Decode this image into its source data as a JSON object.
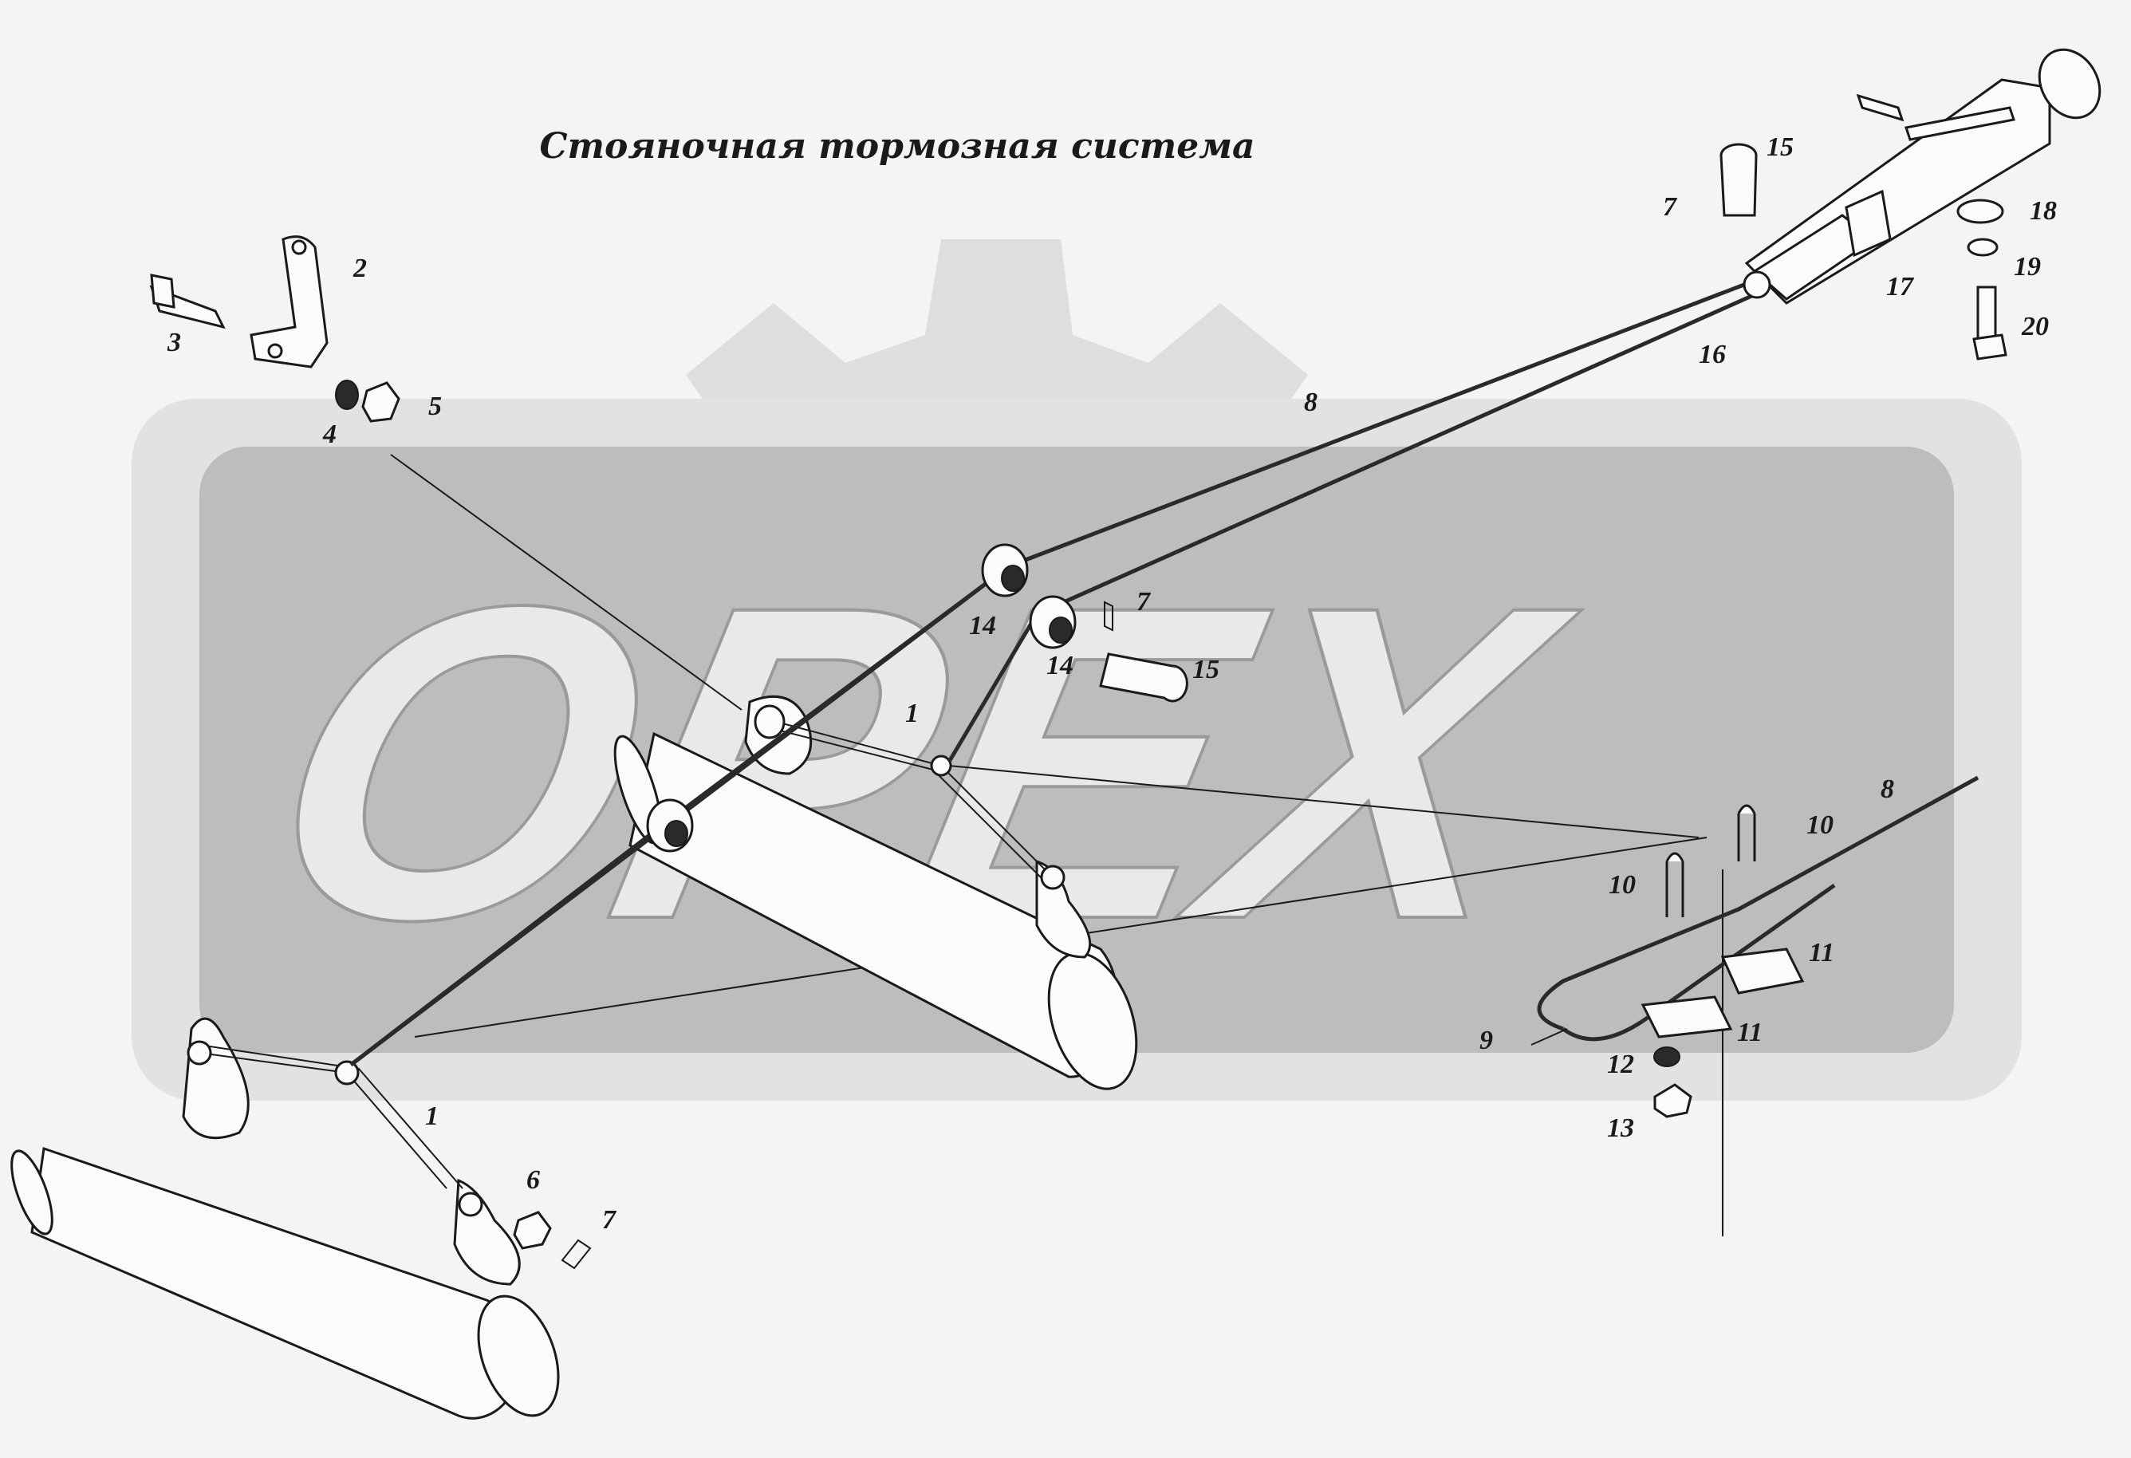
{
  "title": "Стояночная тормозная система",
  "watermark": {
    "text": "OPEX"
  },
  "callouts": [
    "1",
    "1",
    "2",
    "3",
    "4",
    "5",
    "6",
    "7",
    "7",
    "7",
    "8",
    "8",
    "9",
    "10",
    "10",
    "11",
    "11",
    "12",
    "13",
    "14",
    "14",
    "15",
    "15",
    "16",
    "17",
    "18",
    "19",
    "20"
  ]
}
